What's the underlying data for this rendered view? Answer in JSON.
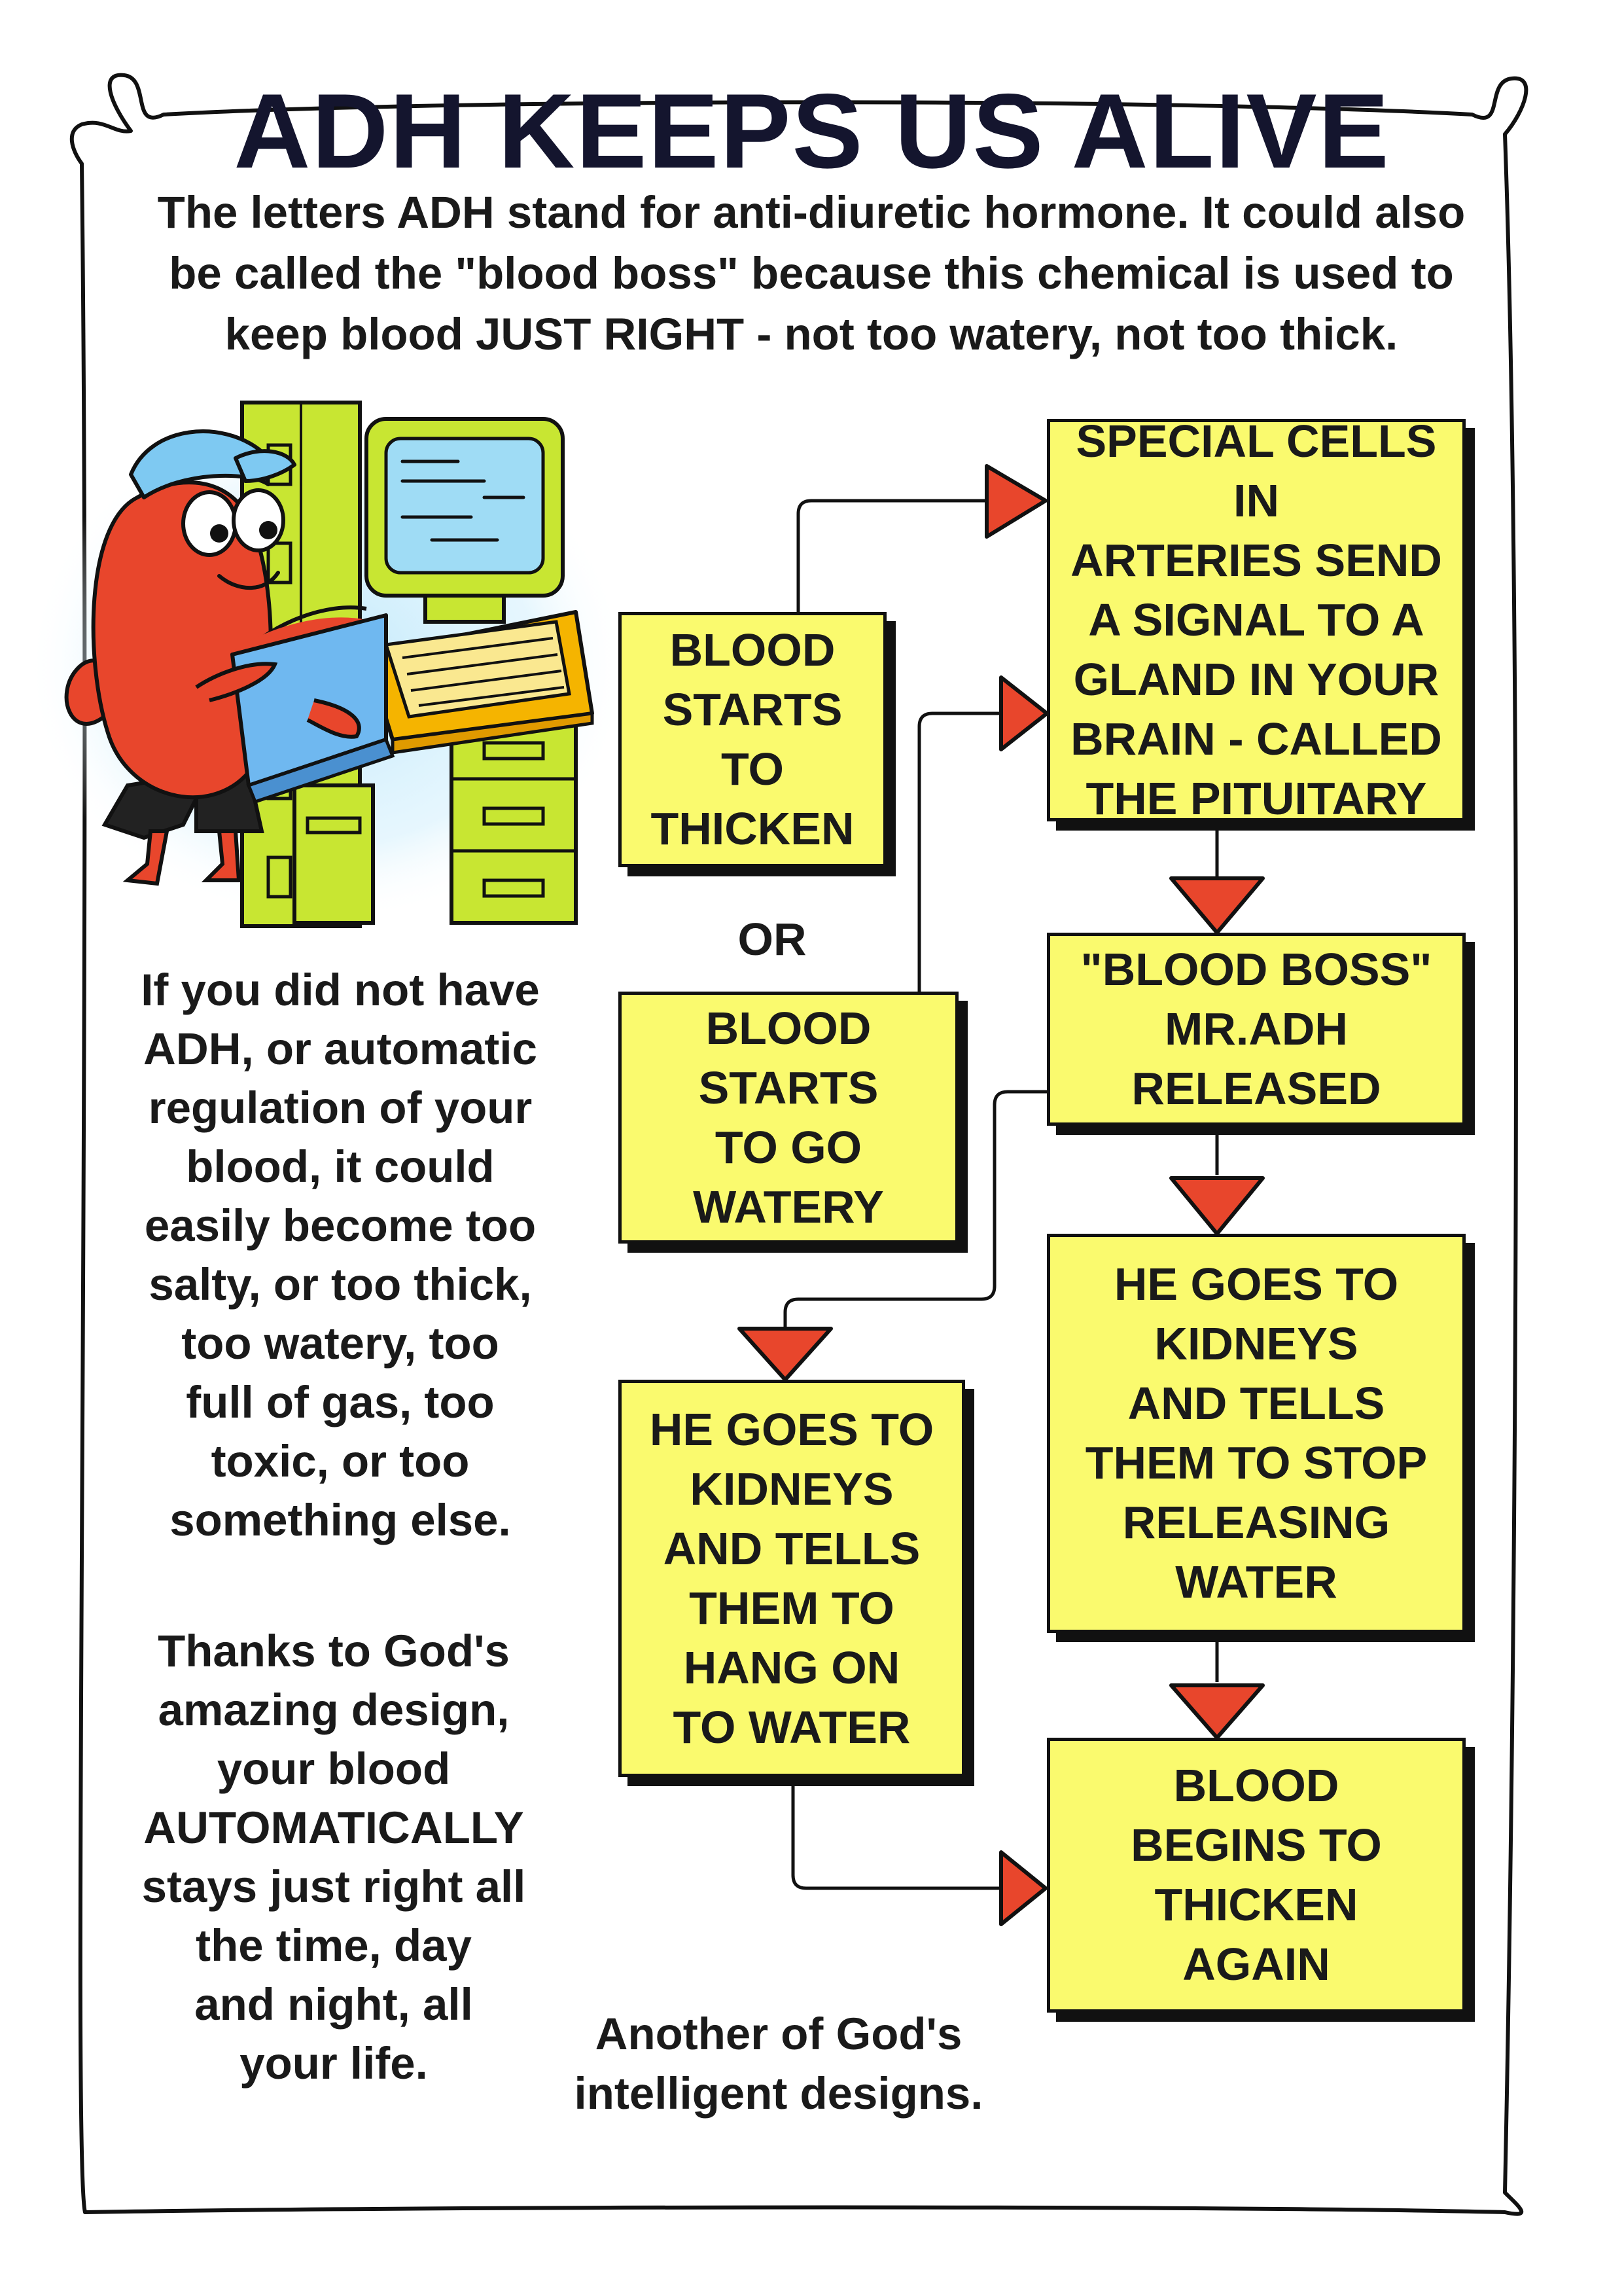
{
  "title": "ADH KEEPS US ALIVE",
  "intro": "The letters ADH stand for anti-diuretic hormone. It could also be called the \"blood boss\" because this chemical is used to keep blood JUST RIGHT - not too watery, not too thick.",
  "left_text": {
    "paragraph_1": "If you did not have\nADH, or automatic\nregulation of your\nblood, it could\neasily become too\nsalty, or too thick,\ntoo watery, too\nfull of gas, too\ntoxic, or too\nsomething else.",
    "paragraph_2": "Thanks to God's\namazing design,\nyour blood\nAUTOMATICALLY\nstays just right all\nthe time, day\nand night, all\nyour life."
  },
  "flowchart": {
    "thicken_box": "BLOOD\nSTARTS\nTO\nTHICKEN",
    "or_label": "OR",
    "watery_box": "BLOOD\nSTARTS\nTO GO\nWATERY",
    "signal_box": "SPECIAL CELLS IN\nARTERIES SEND\nA SIGNAL TO A\nGLAND IN YOUR\nBRAIN - CALLED\nTHE PITUITARY",
    "adh_released_box": "\"BLOOD BOSS\"\nMR.ADH\nRELEASED",
    "hang_on_box": "HE GOES TO\nKIDNEYS\nAND TELLS\nTHEM TO\nHANG ON\nTO WATER",
    "stop_releasing_box": "HE GOES TO\nKIDNEYS\nAND TELLS\nTHEM TO STOP\nRELEASING\nWATER",
    "thicken_again_box": "BLOOD\nBEGINS TO\nTHICKEN\nAGAIN"
  },
  "footer": "Another of God's\nintelligent designs.",
  "colors": {
    "box_fill": "#fafa6e",
    "arrow": "#e8462c",
    "character_body": "#e8462c",
    "cabinet": "#c8e632",
    "computer_desk": "#f5b400",
    "book": "#6fb8f0",
    "cap": "#7ec9f2",
    "glow": "#cdeefc"
  }
}
